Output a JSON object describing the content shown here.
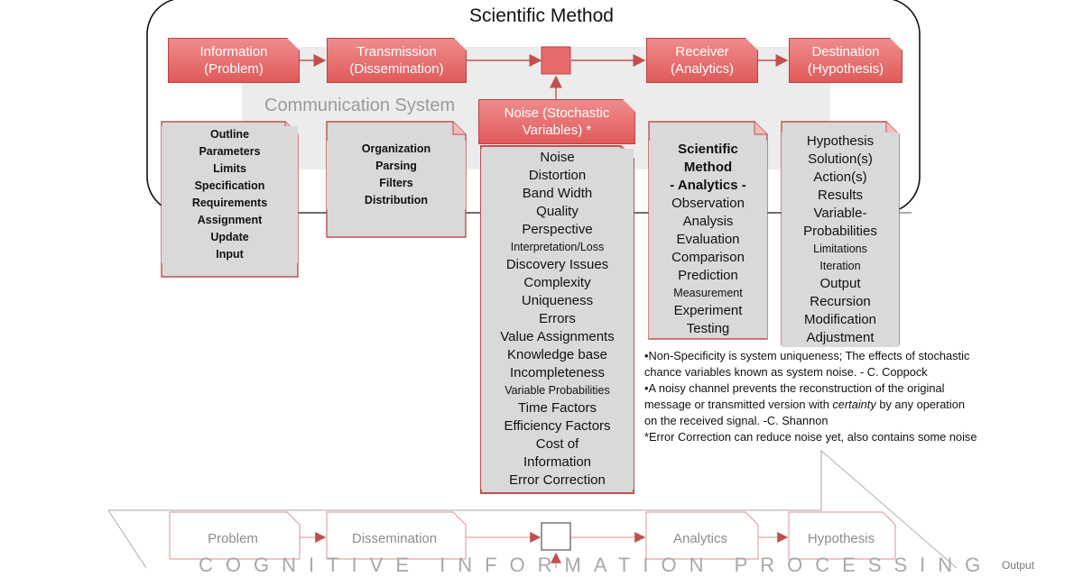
{
  "title": "Scientific Method",
  "communication_label": "Communication System",
  "flow": {
    "information": [
      "Information",
      "(Problem)"
    ],
    "transmission": [
      "Transmission",
      "(Dissemination)"
    ],
    "receiver": [
      "Receiver",
      "(Analytics)"
    ],
    "destination": [
      "Destination",
      "(Hypothesis)"
    ],
    "noise": [
      "Noise (Stochastic",
      "Variables) *"
    ]
  },
  "lists": {
    "information": [
      "Outline",
      "Parameters",
      "Limits",
      "Specification",
      "Requirements",
      "Assignment",
      "Update",
      "Input"
    ],
    "transmission": [
      "Organization",
      "Parsing",
      "Filters",
      "Distribution"
    ],
    "noise": [
      {
        "t": "Noise"
      },
      {
        "t": "Distortion"
      },
      {
        "t": "Band Width"
      },
      {
        "t": "Quality"
      },
      {
        "t": "Perspective"
      },
      {
        "t": "Interpretation/Loss",
        "small": true
      },
      {
        "t": "Discovery Issues"
      },
      {
        "t": "Complexity"
      },
      {
        "t": "Uniqueness"
      },
      {
        "t": "Errors"
      },
      {
        "t": "Value Assignments"
      },
      {
        "t": "Knowledge base"
      },
      {
        "t": "Incompleteness"
      },
      {
        "t": "Variable Probabilities",
        "small": true
      },
      {
        "t": "Time Factors"
      },
      {
        "t": "Efficiency Factors"
      },
      {
        "t": "Cost of"
      },
      {
        "t": "Information"
      },
      {
        "t": "Error Correction"
      }
    ],
    "receiver": [
      {
        "t": "Scientific",
        "bold": true
      },
      {
        "t": "Method",
        "bold": true
      },
      {
        "t": "- Analytics -",
        "bold": true
      },
      {
        "t": "Observation"
      },
      {
        "t": "Analysis"
      },
      {
        "t": "Evaluation"
      },
      {
        "t": "Comparison"
      },
      {
        "t": "Prediction"
      },
      {
        "t": "Measurement",
        "small": true
      },
      {
        "t": "Experiment"
      },
      {
        "t": "Testing"
      }
    ],
    "destination": [
      {
        "t": "Hypothesis"
      },
      {
        "t": "Solution(s)"
      },
      {
        "t": "Action(s)"
      },
      {
        "t": "Results"
      },
      {
        "t": "Variable-"
      },
      {
        "t": "Probabilities"
      },
      {
        "t": "Limitations",
        "small": true
      },
      {
        "t": "Iteration",
        "small": true
      },
      {
        "t": "Output"
      },
      {
        "t": "Recursion"
      },
      {
        "t": "Modification"
      },
      {
        "t": "Adjustment"
      }
    ]
  },
  "notes": [
    "•Non-Specificity is system uniqueness; The effects of stochastic",
    "chance variables known as system noise.  - C. Coppock",
    "•A noisy channel prevents the reconstruction of the original",
    "message or transmitted version with certainty by any operation",
    "on the received signal.  -C. Shannon",
    "*Error Correction can reduce noise yet, also contains some noise"
  ],
  "bottom": {
    "problem": "Problem",
    "dissemination": "Dissemination",
    "analytics": "Analytics",
    "hypothesis": "Hypothesis",
    "label": "COGNITIVE  INFORMATION  PROCESSING",
    "corner": "Output"
  },
  "colors": {
    "red_border": "#c0504d",
    "red_fill": "#e86b6b",
    "grey_fill": "#d9d9d9",
    "comm_band": "#ececec"
  }
}
